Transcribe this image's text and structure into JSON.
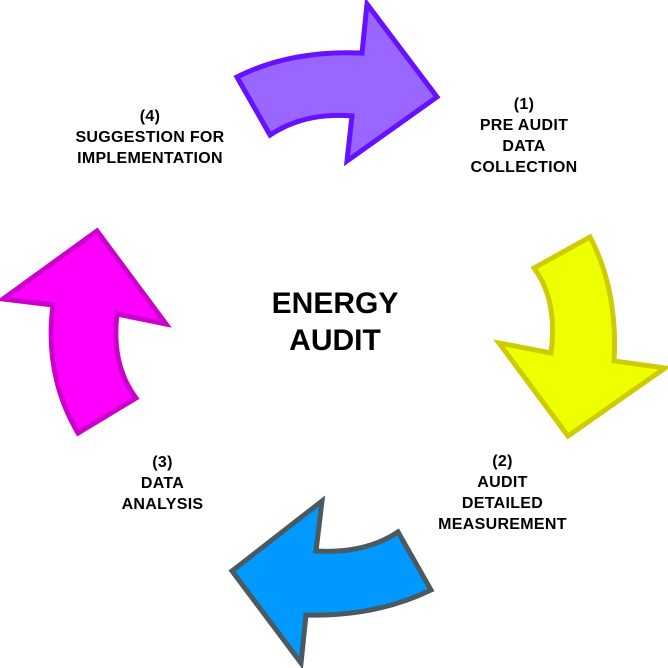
{
  "title": {
    "line1": "ENERGY",
    "line2": "AUDIT"
  },
  "steps": [
    {
      "number": "(1)",
      "lines": [
        "PRE AUDIT",
        "DATA",
        "COLLECTION"
      ],
      "arrow_color": "#9966ff",
      "arrow_stroke": "#6611ff",
      "arrow_direction": "right"
    },
    {
      "number": "(2)",
      "lines": [
        "AUDIT",
        "DETAILED",
        "MEASUREMENT"
      ],
      "arrow_color": "#eeff00",
      "arrow_stroke": "#cccc00",
      "arrow_direction": "down"
    },
    {
      "number": "(3)",
      "lines": [
        "DATA",
        "ANALYSIS"
      ],
      "arrow_color": "#0099ff",
      "arrow_stroke": "#4a5a60",
      "arrow_direction": "left"
    },
    {
      "number": "(4)",
      "lines": [
        "SUGGESTION FOR",
        "IMPLEMENTATION"
      ],
      "arrow_color": "#ff00ff",
      "arrow_stroke": "#cc00cc",
      "arrow_direction": "up"
    }
  ]
}
